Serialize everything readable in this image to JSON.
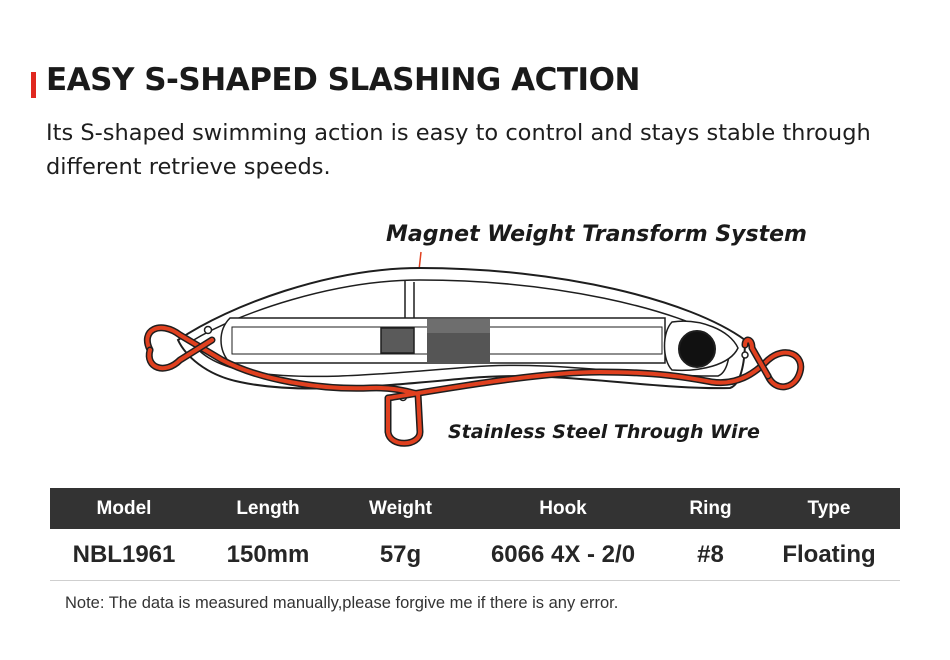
{
  "header": {
    "title": "EASY S-SHAPED SLASHING ACTION",
    "description": "Its S-shaped swimming action is easy to control and stays stable through different retrieve speeds.",
    "accent_color": "#e0281f"
  },
  "diagram": {
    "magnet_label": "Magnet Weight Transform System",
    "wire_label": "Stainless Steel Through Wire",
    "wire_color": "#e0401f"
  },
  "spec_table": {
    "headers": [
      "Model",
      "Length",
      "Weight",
      "Hook",
      "Ring",
      "Type"
    ],
    "row": [
      "NBL1961",
      "150mm",
      "57g",
      "6066 4X - 2/0",
      "#8",
      "Floating"
    ],
    "header_bg": "#333333"
  },
  "note": "Note: The data is measured manually,please forgive me if there is any error."
}
